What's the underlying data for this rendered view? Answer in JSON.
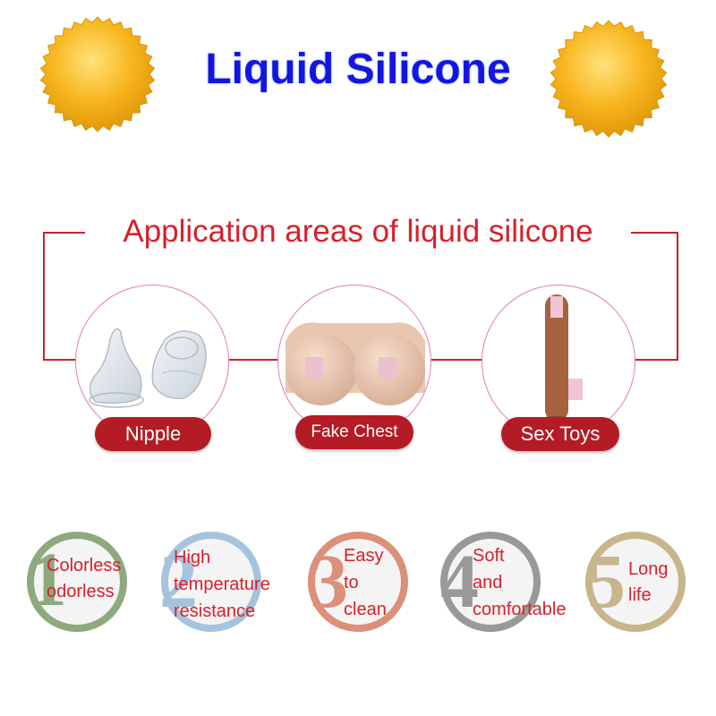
{
  "header": {
    "title": "Liquid Silicone"
  },
  "applications": {
    "section_title": "Application areas of liquid silicone",
    "items": [
      {
        "label": "Nipple"
      },
      {
        "label": "Fake Chest"
      },
      {
        "label": "Sex Toys"
      }
    ]
  },
  "features": [
    {
      "number": "1",
      "lines": [
        "Colorless",
        "odorless"
      ],
      "color": "#8fa97f"
    },
    {
      "number": "2",
      "lines": [
        "High",
        "temperature",
        "resistance"
      ],
      "color": "#a6c3de"
    },
    {
      "number": "3",
      "lines": [
        "Easy",
        "to",
        "clean"
      ],
      "color": "#dc8f79"
    },
    {
      "number": "4",
      "lines": [
        "Soft",
        "and",
        "comfortable"
      ],
      "color": "#999999"
    },
    {
      "number": "5",
      "lines": [
        "Long",
        "life"
      ],
      "color": "#c9b58c"
    }
  ],
  "colors": {
    "title_blue": "#1515e0",
    "accent_red": "#d8202a",
    "pill_red": "#b41b24",
    "seal_gold": "#f6b21c"
  },
  "icons": {
    "seal": "gold-seal-icon"
  }
}
